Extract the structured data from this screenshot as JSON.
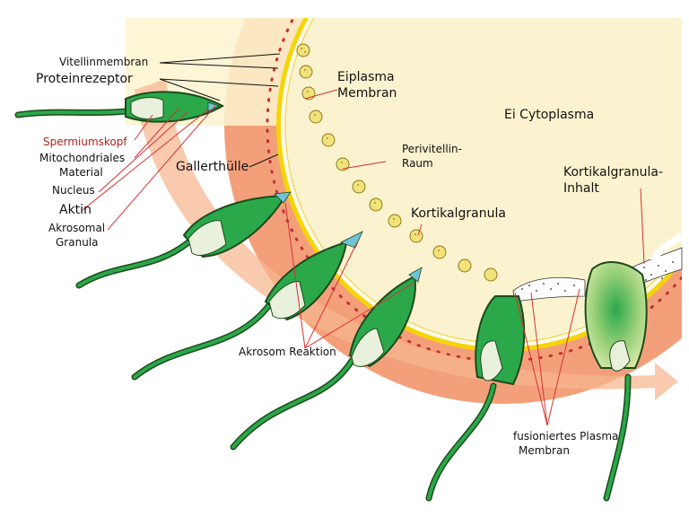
{
  "colors": {
    "cytoplasm": "#fbf3cf",
    "cytoplasm_border": "#f1e3b0",
    "jelly": "#f3a07a",
    "jelly_outer": "#ee8f66",
    "membrane_yellow": "#f5d40a",
    "plasma_red": "#c43030",
    "arrow_fill": "#f6b58f",
    "sperm_green": "#2aa84a",
    "sperm_dark": "#1c4a1c",
    "acrosome_blue": "#6fc4d9",
    "leader_red": "#d83030",
    "label_red": "#b02020"
  },
  "labels": {
    "vitellinmembran": "Vitellinmembran",
    "proteinrezeptor": "Proteinrezeptor",
    "spermiumskopf": "Spermiumskopf",
    "mitochondriales_1": "Mitochondriales",
    "mitochondriales_2": "Material",
    "nucleus": "Nucleus",
    "aktin": "Aktin",
    "akrosomal_1": "Akrosomal",
    "akrosomal_2": "Granula",
    "gallerthuelle": "Gallerthülle",
    "eiplasma_1": "Eiplasma",
    "eiplasma_2": "Membran",
    "ei_cytoplasma": "Ei Cytoplasma",
    "perivitellin_1": "Perivitellin-",
    "perivitellin_2": "Raum",
    "kortikalgranula": "Kortikalgranula",
    "kortikal_inhalt_1": "Kortikalgranula-",
    "kortikal_inhalt_2": "Inhalt",
    "akrosom_reaktion": "Akrosom Reaktion",
    "fusioniertes_1": "fusioniertes Plasma",
    "fusioniertes_2": "Membran"
  },
  "icons": {
    "sperm": "sperm-cell-icon",
    "granule": "cortical-granule-icon",
    "arrow": "progress-arrow-icon"
  }
}
